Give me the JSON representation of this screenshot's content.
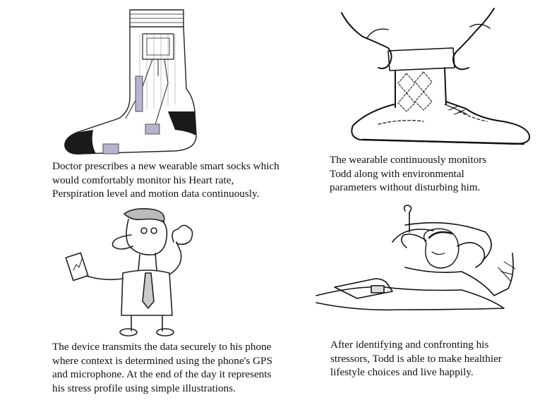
{
  "panels": [
    {
      "id": "socks",
      "caption_lines": [
        "Doctor prescribes a new wearable smart socks which",
        "would comfortably monitor his Heart rate,",
        "Perspiration level and motion data continuously."
      ]
    },
    {
      "id": "monitor",
      "caption_lines": [
        "The wearable continuously monitors",
        "Todd along with environmental",
        "parameters without disturbing him."
      ]
    },
    {
      "id": "phone",
      "caption_lines": [
        "The device transmits the data securely to his phone",
        "where context is determined using the phone's GPS",
        "and microphone. At the end of the day it represents",
        "his stress profile using simple illustrations."
      ]
    },
    {
      "id": "happy",
      "caption_lines": [
        "After  identifying and confronting his",
        "stressors, Todd is able to make healthier",
        "lifestyle choices and live happily."
      ]
    }
  ],
  "colors": {
    "ink": "#111111",
    "sensor_pad": "#b9b3cf",
    "sock_toe": "#1a1a1a",
    "paper": "#ffffff"
  },
  "icons": [
    "smart-sock-icon",
    "shoe-and-hands-icon",
    "man-with-phone-icon",
    "sleeping-man-icon"
  ]
}
